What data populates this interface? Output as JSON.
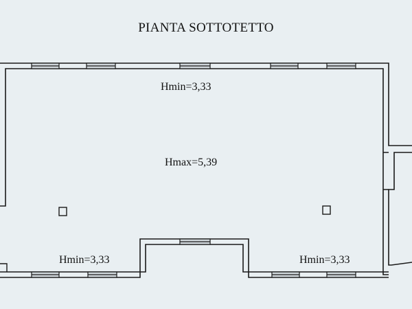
{
  "plan": {
    "title": "PIANTA SOTTOTETTO",
    "labels": {
      "hmin_top": "Hmin=3,33",
      "hmax_center": "Hmax=5,39",
      "hmin_bottom_left": "Hmin=3,33",
      "hmin_bottom_right": "Hmin=3,33"
    }
  },
  "colors": {
    "background": "#e9eff2",
    "wall": "#1a1a1a",
    "window_fill": "#cfd6da"
  }
}
